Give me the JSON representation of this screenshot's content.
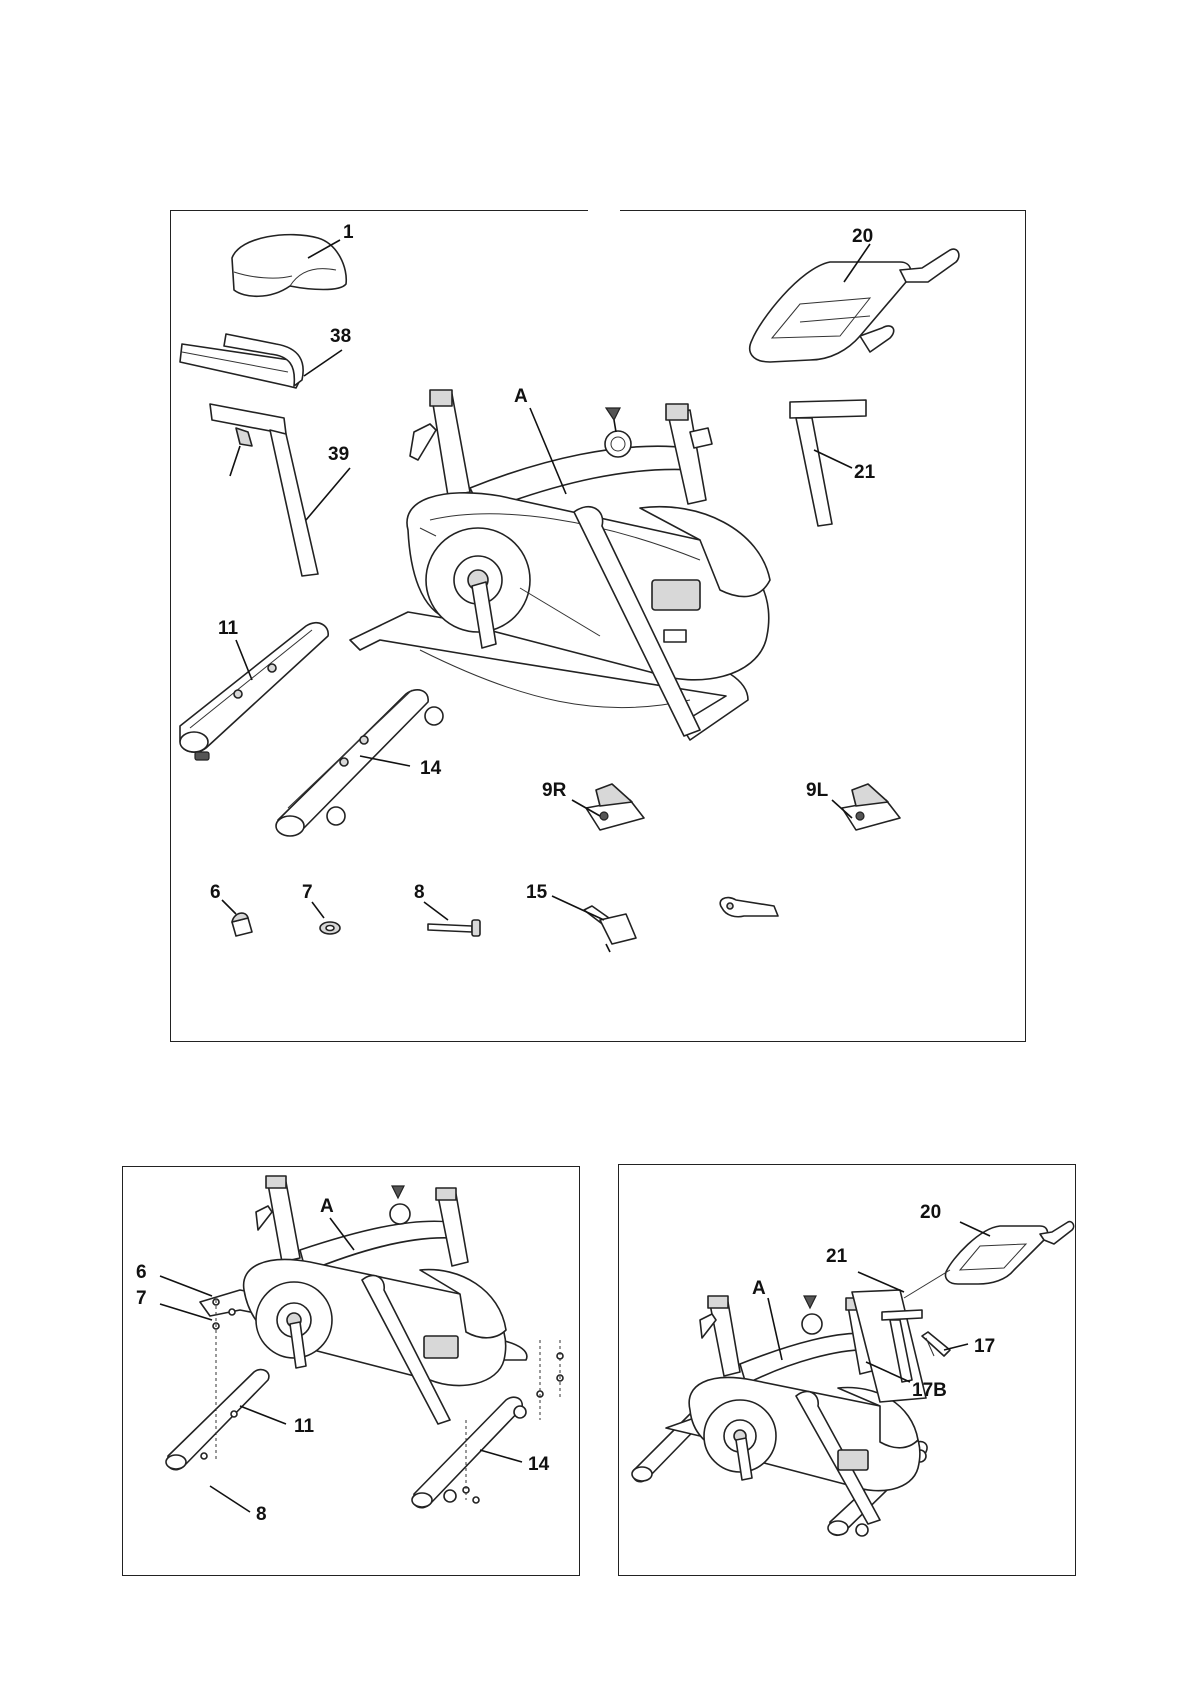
{
  "diagram_top": {
    "labels": {
      "seat": "1",
      "handlebar": "20",
      "seat_slider": "38",
      "main_frame": "A",
      "seat_post": "39",
      "handlebar_post": "21",
      "rear_stabilizer": "11",
      "front_stabilizer": "14",
      "pedal_right": "9R",
      "pedal_left": "9L",
      "cap_nut": "6",
      "washer": "7",
      "bolt": "8",
      "knob": "15"
    }
  },
  "diagram_bottom_left": {
    "labels": {
      "main_frame": "A",
      "cap_nut": "6",
      "washer": "7",
      "rear_stabilizer": "11",
      "front_stabilizer": "14",
      "bolt": "8"
    }
  },
  "diagram_bottom_right": {
    "labels": {
      "handlebar": "20",
      "handlebar_post": "21",
      "main_frame": "A",
      "knob": "17",
      "knob_b": "17B"
    }
  }
}
